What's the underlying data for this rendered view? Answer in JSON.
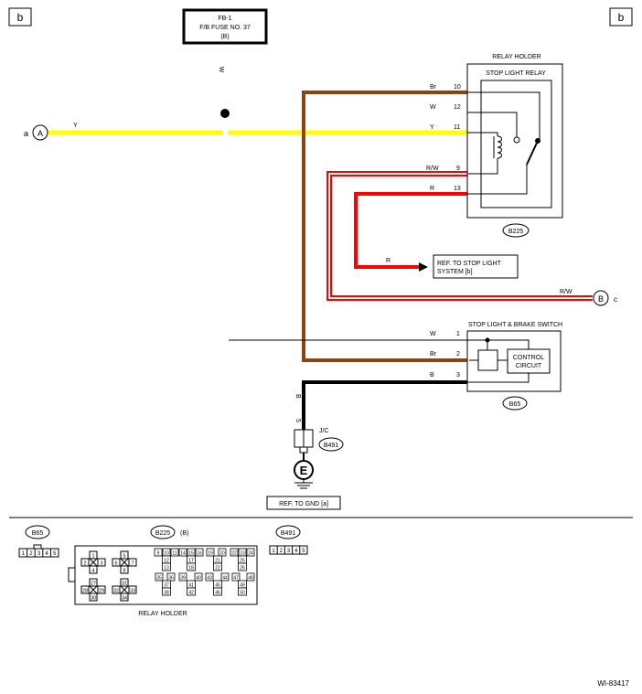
{
  "corner_tags": {
    "left": "b",
    "right": "b"
  },
  "fuse": {
    "line1": "FB-1",
    "line2": "F/B FUSE NO. 37",
    "line3": "(B)"
  },
  "relay_holder": {
    "title": "RELAY HOLDER",
    "relay_name": "STOP LIGHT RELAY",
    "connector": "B225"
  },
  "wires": {
    "w_vertical": "W",
    "y_main": "Y",
    "br_top": "Br",
    "w_top": "W",
    "y_top": "Y",
    "rw_top": "R/W",
    "r_top": "R",
    "r_ref": "R",
    "rw_bottom": "R/W",
    "w_sw": "W",
    "br_sw": "Br",
    "b_sw": "B",
    "b_vertical": "B"
  },
  "relay_pins": {
    "p10": "10",
    "p12": "12",
    "p11": "11",
    "p9": "9",
    "p13": "13"
  },
  "switch": {
    "title": "STOP LIGHT & BRAKE SWITCH",
    "control": "CONTROL",
    "circuit": "CIRCUIT",
    "connector": "B65",
    "pins": {
      "p1": "1",
      "p2": "2",
      "p3": "3"
    }
  },
  "markers": {
    "a_label": "a",
    "a_circle": "A",
    "b_circle": "B",
    "c_label": "c"
  },
  "ref_stop": {
    "line1": "REF. TO STOP LIGHT",
    "line2": "SYSTEM  [b]"
  },
  "jc": {
    "pin": "5",
    "label": "J/C",
    "connector": "B491"
  },
  "ground": {
    "symbol": "E",
    "ref": "REF. TO GND  [a]"
  },
  "legend": {
    "b65_label": "B65",
    "b65_pins": [
      "1",
      "2",
      "3",
      "4",
      "5"
    ],
    "b225_label": "B225",
    "b225_sub": "(B)",
    "relay_holder_label": "RELAY HOLDER",
    "b491_label": "B491",
    "b491_pins": [
      "1",
      "2",
      "3",
      "4",
      "5"
    ],
    "small_grid": [
      {
        "top": "1",
        "left": "2",
        "right": "3",
        "bottom": "4"
      },
      {
        "top": "5",
        "left": "6",
        "right": "7",
        "bottom": "8"
      },
      {
        "top": "27",
        "left": "28",
        "right": "29",
        "bottom": "30"
      },
      {
        "top": "31",
        "left": "32",
        "right": "33",
        "bottom": "34"
      }
    ],
    "big_grid_rows": [
      [
        "9",
        "10",
        "11",
        "14",
        "15",
        "16",
        "19",
        "20",
        "22",
        "23",
        "24"
      ],
      [
        "12",
        "17",
        "21",
        "25"
      ],
      [
        "13",
        "18",
        "22",
        "26"
      ],
      [
        "35",
        "36",
        "39",
        "40",
        "43",
        "44",
        "47",
        "48"
      ],
      [
        "37",
        "41",
        "45",
        "49"
      ],
      [
        "38",
        "42",
        "46",
        "50"
      ]
    ]
  },
  "figure_id": "WI-83417",
  "colors": {
    "yellow": "#ffff00",
    "brown": "#8b4513",
    "red": "#ff0000",
    "black": "#000000"
  }
}
